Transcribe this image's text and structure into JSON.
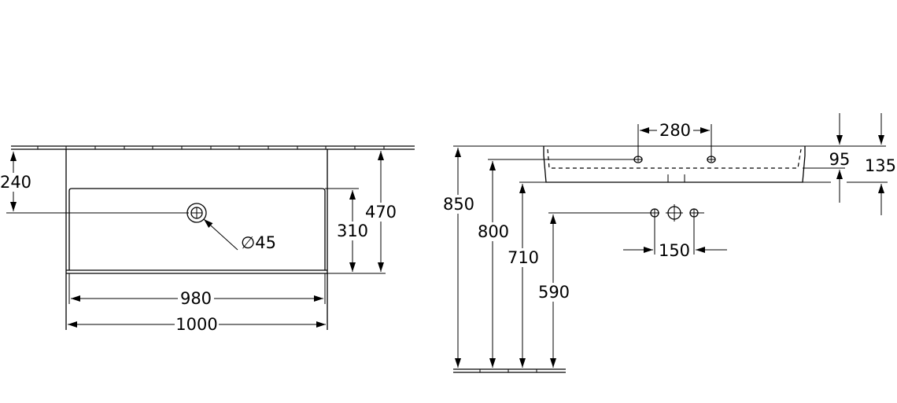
{
  "plan_view": {
    "overall_width": "1000",
    "basin_width": "980",
    "overall_depth": "470",
    "basin_depth": "310",
    "drain_offset": "240",
    "drain_diameter": "∅45"
  },
  "side_view": {
    "tap_hole_spacing": "280",
    "fixture_spacing": "150",
    "rim_height": "850",
    "tap_height": "800",
    "underside_height": "710",
    "waste_height": "590",
    "inner_depth": "95",
    "total_thickness": "135"
  }
}
